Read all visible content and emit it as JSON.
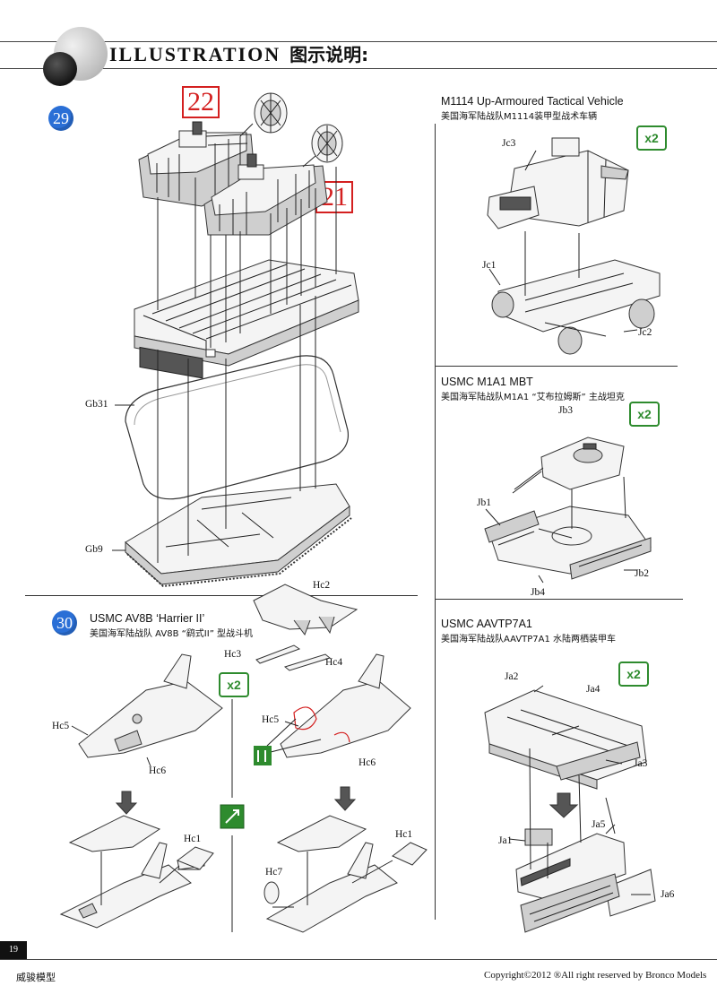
{
  "header": {
    "title_en": "ILLUSTRATION",
    "title_cn": "图示说明:"
  },
  "step29": {
    "number": "29",
    "part_22": "22",
    "part_21": "21",
    "labels": {
      "gb31": "Gb31",
      "gb9": "Gb9"
    }
  },
  "m1114": {
    "title_en": "M1114 Up-Armoured Tactical Vehicle",
    "title_cn": "美国海军陆战队M1114装甲型战术车辆",
    "multiplier": "x2",
    "labels": {
      "jc3": "Jc3",
      "jc1": "Jc1",
      "jc2": "Jc2"
    }
  },
  "m1a1": {
    "title_en": "USMC M1A1 MBT",
    "title_cn": "美国海军陆战队M1A1 “艾布拉姆斯” 主战坦克",
    "multiplier": "x2",
    "labels": {
      "jb3": "Jb3",
      "jb1": "Jb1",
      "jb2": "Jb2",
      "jb4": "Jb4"
    }
  },
  "aavtp7a1": {
    "title_en": "USMC AAVTP7A1",
    "title_cn": "美国海军陆战队AAVTP7A1 水陆两栖装甲车",
    "multiplier": "x2",
    "labels": {
      "ja2": "Ja2",
      "ja4": "Ja4",
      "ja3": "Ja3",
      "ja5": "Ja5",
      "ja1": "Ja1",
      "ja6": "Ja6"
    }
  },
  "step30": {
    "number": "30",
    "title_en": "USMC AV8B ‘Harrier II’",
    "title_cn": "美国海军陆战队 AV8B “鹞式II” 型战斗机",
    "multiplier": "x2",
    "labels": {
      "hc2": "Hc2",
      "hc3": "Hc3",
      "hc4": "Hc4",
      "hc5_left": "Hc5",
      "hc6_left": "Hc6",
      "hc5_right": "Hc5",
      "hc6_right": "Hc6",
      "hc1_left": "Hc1",
      "hc1_right": "Hc1",
      "hc7": "Hc7"
    }
  },
  "footer": {
    "page_number": "19",
    "left": "威骏模型",
    "right": "Copyright©2012 ®All right reserved by Bronco Models"
  },
  "colors": {
    "step_badge": "#2a6fd6",
    "part_highlight": "#d42020",
    "multiplier": "#2e8b2e"
  }
}
